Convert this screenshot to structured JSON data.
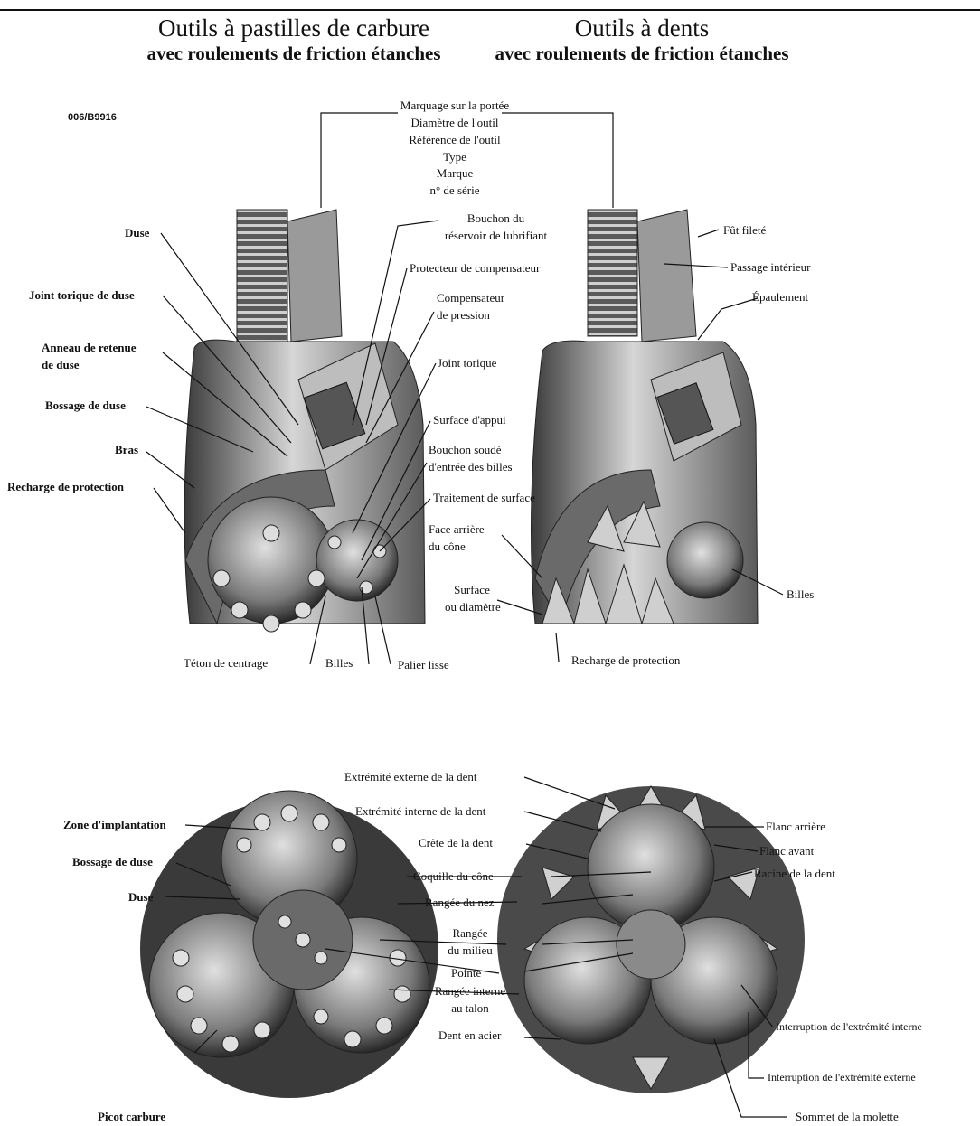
{
  "headers": {
    "left": {
      "line1": "Outils à pastilles de carbure",
      "line2": "avec roulements de friction étanches"
    },
    "right": {
      "line1": "Outils à dents",
      "line2": "avec roulements de friction étanches"
    }
  },
  "figure_code": "006/B9916",
  "top_labels": {
    "marking_block": [
      "Marquage sur la portée",
      "Diamètre de l'outil",
      "Référence de l'outil",
      "Type",
      "Marque",
      "n° de série"
    ],
    "left": {
      "duse": "Duse",
      "joint_torique_duse": "Joint torique de duse",
      "anneau_1": "Anneau de retenue",
      "anneau_2": "de duse",
      "bossage": "Bossage de duse",
      "bras": "Bras",
      "recharge": "Recharge de protection"
    },
    "center": {
      "bouchon_1": "Bouchon du",
      "bouchon_2": "réservoir de lubrifiant",
      "protecteur": "Protecteur de compensateur",
      "compensateur_1": "Compensateur",
      "compensateur_2": "de pression",
      "joint_torique": "Joint torique",
      "surface_appui": "Surface d'appui",
      "bouchon_billes_1": "Bouchon soudé",
      "bouchon_billes_2": "d'entrée des billes",
      "traitement": "Traitement de surface",
      "face_arriere_1": "Face arrière",
      "face_arriere_2": "du cône",
      "surface_1": "Surface",
      "surface_2": "ou diamètre"
    },
    "bottom": {
      "teton": "Téton de centrage",
      "billes": "Billes",
      "palier": "Palier lisse",
      "recharge": "Recharge de protection"
    },
    "right": {
      "fut": "Fût fileté",
      "passage": "Passage intérieur",
      "epaulement": "Épaulement",
      "billes": "Billes"
    }
  },
  "bottom_labels": {
    "left": {
      "zone": "Zone d'implantation",
      "bossage": "Bossage de duse",
      "duse": "Duse",
      "picot": "Picot carbure"
    },
    "center": {
      "ext_externe": "Extrémité externe de la dent",
      "ext_interne": "Extrémité interne de la dent",
      "crete": "Crête de la dent",
      "coquille": "Coquille du cône",
      "rangee_nez": "Rangée du nez",
      "rangee_milieu_1": "Rangée",
      "rangee_milieu_2": "du milieu",
      "pointe": "Pointe",
      "rangee_talon_1": "Rangée interne",
      "rangee_talon_2": "au talon",
      "dent_acier": "Dent en acier"
    },
    "right": {
      "flanc_arriere": "Flanc arrière",
      "flanc_avant": "Flanc avant",
      "racine": "Racine de la dent",
      "int_interne": "Interruption de l'extrémité interne",
      "int_externe": "Interruption de l'extrémité externe",
      "sommet": "Sommet de la molette"
    }
  },
  "colors": {
    "ink": "#111111",
    "metal_dark": "#3a3a3a",
    "metal_mid": "#8a8a8a",
    "metal_light": "#d6d6d6"
  }
}
